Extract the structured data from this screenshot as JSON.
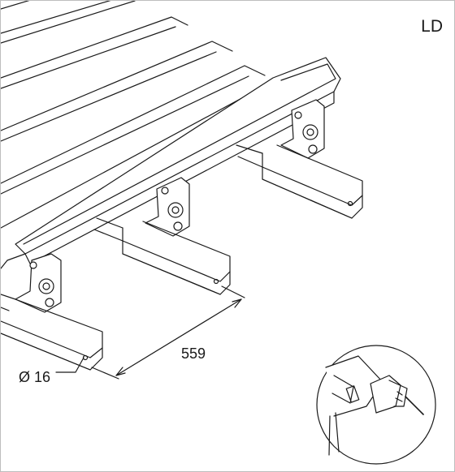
{
  "drawing": {
    "corner_label": "LD",
    "dimension_label": "559",
    "hole_label": "Ø 16"
  }
}
